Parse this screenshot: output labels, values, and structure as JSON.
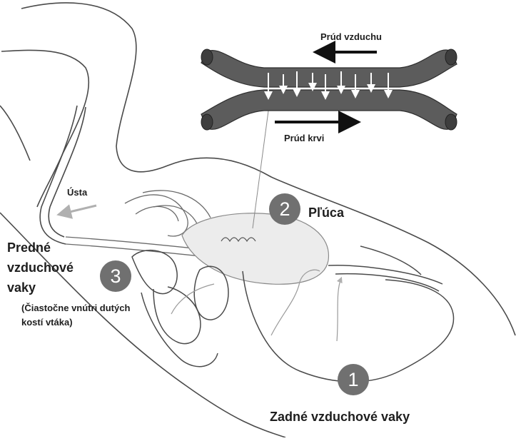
{
  "labels": {
    "air_flow": "Prúd vzduchu",
    "blood_flow": "Prúd krvi",
    "mouth": "Ústa",
    "lungs": "Pľúca",
    "anterior_title": "Predné vzduchové vaky",
    "anterior_note": "(Čiastočne vnútri dutých kostí vtáka)",
    "posterior": "Zadné vzduchové vaky"
  },
  "markers": {
    "one": "1",
    "two": "2",
    "three": "3"
  },
  "colors": {
    "vessel": "#5a5a5a",
    "vessel_dark": "#3e3e3e",
    "marker": "#707070",
    "outline": "#4a4a4a",
    "text": "#1e1e1e"
  }
}
